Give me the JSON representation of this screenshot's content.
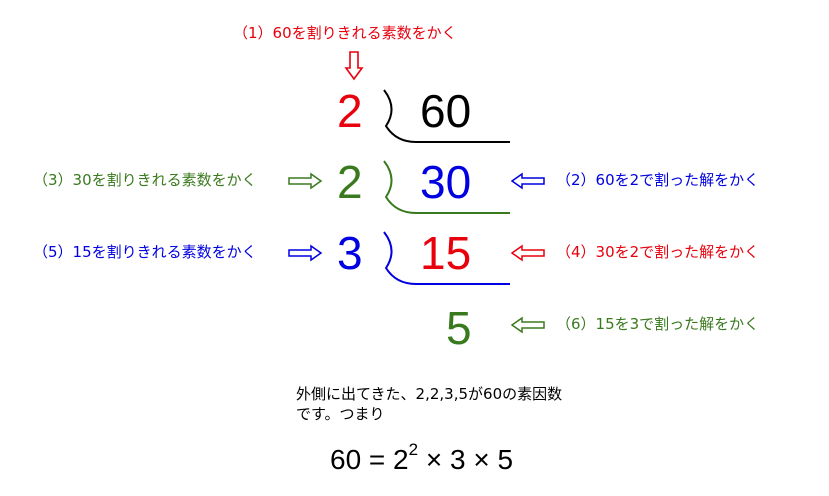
{
  "steps": {
    "s1": {
      "label": "（1）60を割りきれる素数をかく",
      "color": "#e8000d"
    },
    "s2": {
      "label": "（2）60を2で割った解をかく",
      "color": "#0000e0"
    },
    "s3": {
      "label": "（3）30を割りきれる素数をかく",
      "color": "#3a7a1e"
    },
    "s4": {
      "label": "（4）30を2で割った解をかく",
      "color": "#e8000d"
    },
    "s5": {
      "label": "（5）15を割りきれる素数をかく",
      "color": "#0000e0"
    },
    "s6": {
      "label": "（6）15を3で割った解をかく",
      "color": "#3a7a1e"
    }
  },
  "division": {
    "divisors": [
      "2",
      "2",
      "3"
    ],
    "quotients": [
      "60",
      "30",
      "15",
      "5"
    ]
  },
  "summary": {
    "line1": "外側に出てきた、2,2,3,5が60の素因数",
    "line2": "です。つまり"
  },
  "formula": {
    "lhs": "60 = 2",
    "exponent": "2",
    "rest": " × 3 × 5"
  }
}
